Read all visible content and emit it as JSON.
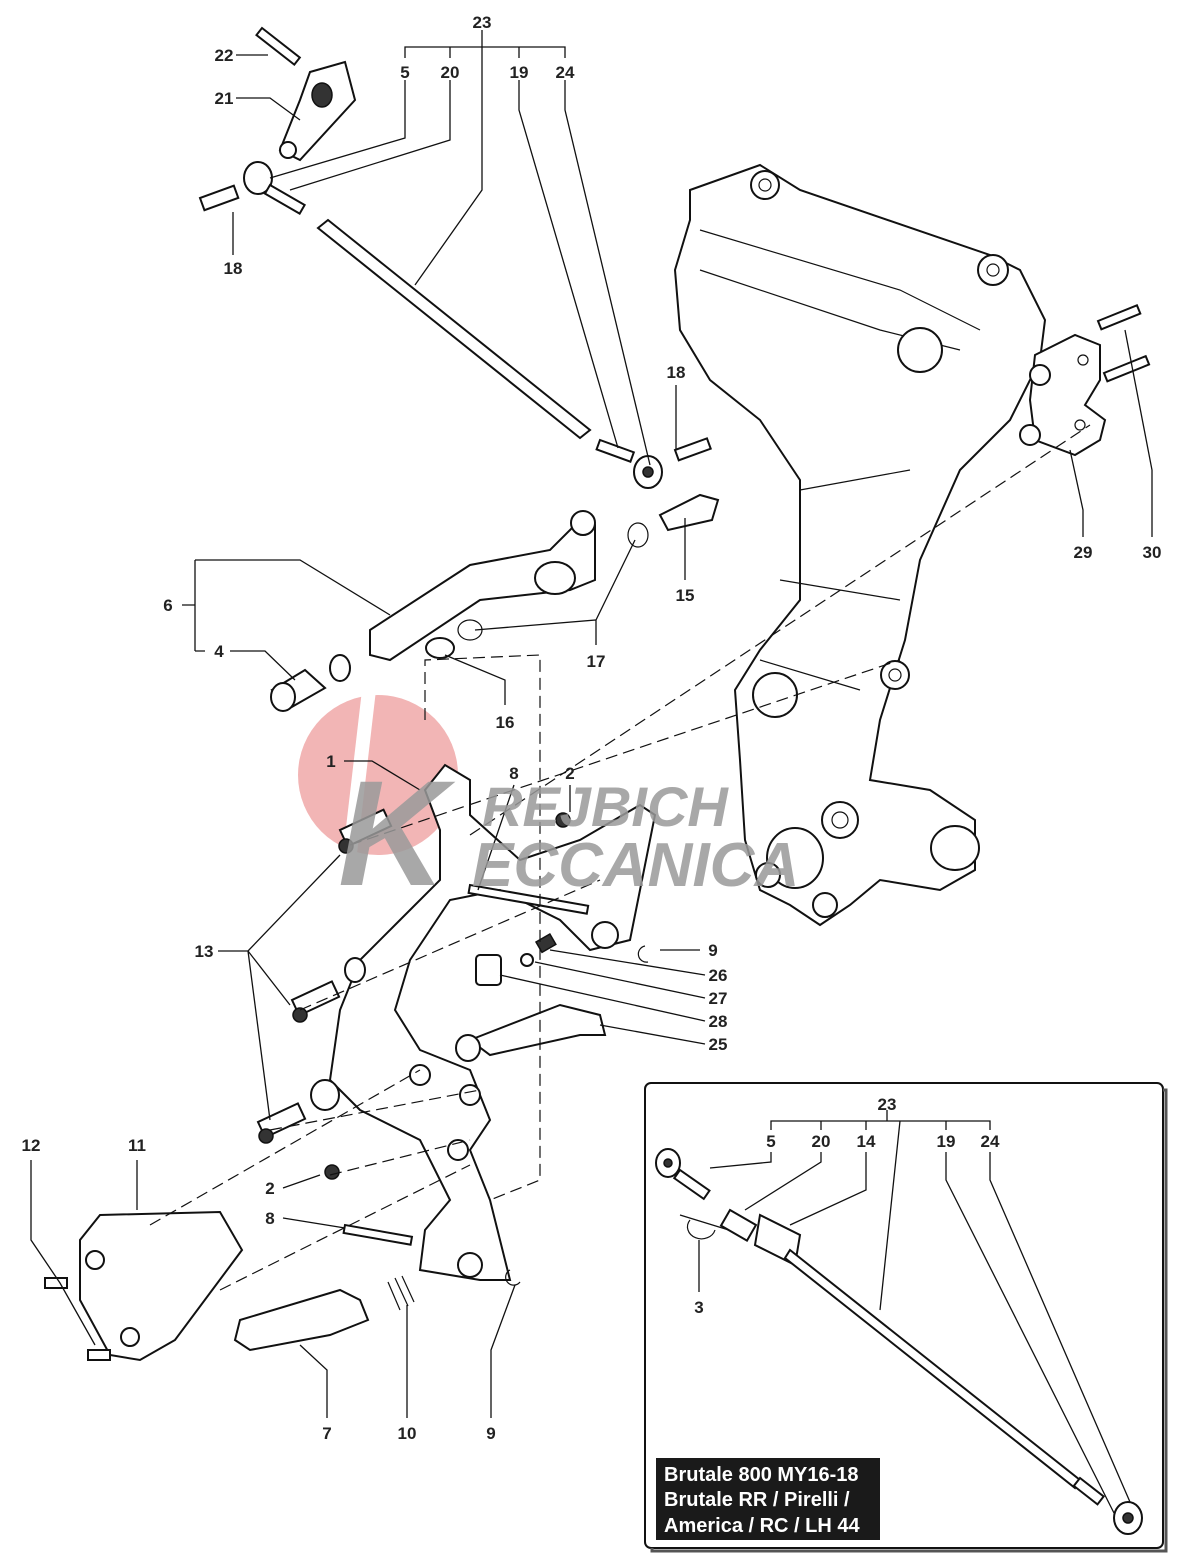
{
  "labels": [
    "23",
    "5",
    "20",
    "19",
    "24",
    "22",
    "21",
    "18",
    "18",
    "6",
    "4",
    "15",
    "17",
    "16",
    "1",
    "8",
    "2",
    "29",
    "30",
    "13",
    "9",
    "26",
    "27",
    "28",
    "25",
    "12",
    "11",
    "2",
    "8",
    "7",
    "10",
    "9"
  ],
  "inset": {
    "labels": [
      "23",
      "5",
      "20",
      "14",
      "19",
      "24",
      "3"
    ],
    "caption": [
      "Brutale 800 MY16-18",
      "Brutale RR / Pirelli /",
      "America / RC / LH 44"
    ]
  },
  "watermark": {
    "line1": "REJBICH",
    "line2": "ECCANICA",
    "initial": "K",
    "colors": {
      "circle": "#f0a8a8",
      "text": "#9a9a9a"
    }
  }
}
